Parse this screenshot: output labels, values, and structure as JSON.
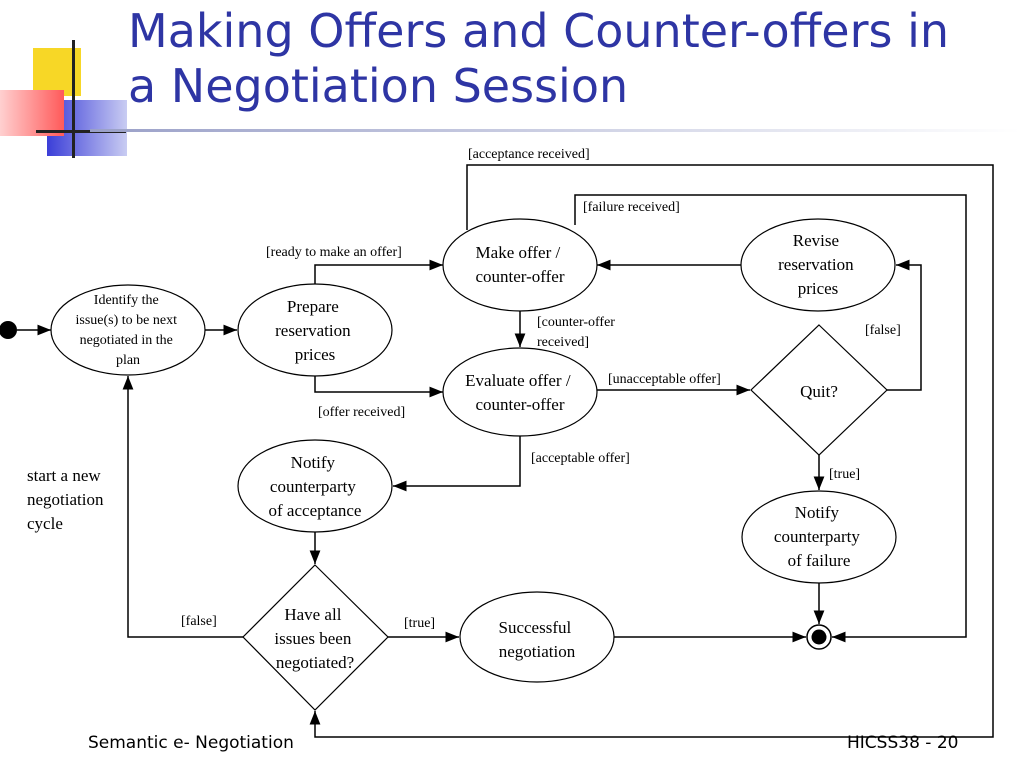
{
  "slide": {
    "title_lines": [
      "Making Offers and Counter-offers in",
      "a Negotiation Session"
    ],
    "footer_left": "Semantic e- Negotiation",
    "footer_right": "HICSS38 - 20",
    "colors": {
      "title": "#2e35a4",
      "deco_yellow": "#f7d726",
      "deco_red": "#ff5a5a",
      "deco_blue": "#3b3ed8"
    }
  },
  "diagram": {
    "nodes": {
      "identify": {
        "lines": [
          "Identify the",
          "issue(s) to be next",
          "negotiated in the",
          "plan"
        ]
      },
      "prepare": {
        "lines": [
          "Prepare",
          "reservation",
          "prices"
        ]
      },
      "make_offer": {
        "lines": [
          "Make offer /",
          "counter-offer"
        ]
      },
      "evaluate": {
        "lines": [
          "Evaluate offer /",
          "counter-offer"
        ]
      },
      "revise": {
        "lines": [
          "Revise",
          "reservation",
          "prices"
        ]
      },
      "quit": {
        "lines": [
          "Quit?"
        ]
      },
      "notify_accept": {
        "lines": [
          "Notify",
          "counterparty",
          "of acceptance"
        ]
      },
      "notify_fail": {
        "lines": [
          "Notify",
          "counterparty",
          "of failure"
        ]
      },
      "all_negotiated": {
        "lines": [
          "Have all",
          "issues been",
          "negotiated?"
        ]
      },
      "success": {
        "lines": [
          "Successful",
          "negotiation"
        ]
      }
    },
    "guards": {
      "acceptance_received": "[acceptance received]",
      "failure_received": "[failure received]",
      "ready_to_offer": "[ready to make an offer]",
      "counter_offer_received": [
        "[counter-offer",
        "received]"
      ],
      "false_quit": "[false]",
      "unacceptable_offer": "[unacceptable offer]",
      "offer_received": "[offer received]",
      "acceptable_offer": "[acceptable offer]",
      "true_quit": "[true]",
      "false_all": "[false]",
      "true_all": "[true]"
    },
    "annotation": {
      "lines": [
        "start a new",
        "negotiation",
        "cycle"
      ]
    }
  }
}
